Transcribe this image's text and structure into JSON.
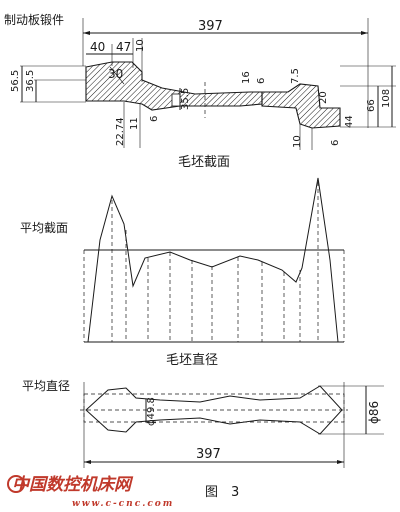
{
  "titles": {
    "forging": "制动板锻件",
    "blank_section": "毛坯截面",
    "avg_section": "平均截面",
    "blank_diameter": "毛坯直径",
    "avg_diameter": "平均直径",
    "figure": "图　3"
  },
  "dims": {
    "top_length": "397",
    "d40": "40",
    "d47": "47",
    "d10a": "10",
    "angle30": "30",
    "d56_5": "56.5",
    "d36_5": "36.5",
    "d22_74": "22.74",
    "d11": "11",
    "d6a": "6",
    "d35_5": "35.5",
    "d16": "16",
    "d6b": "6",
    "d7_5": "7.5",
    "d20": "20",
    "d66": "66",
    "d108": "108",
    "d44": "44",
    "d6c": "6",
    "d10b": "10",
    "phi49_8": "ϕ49.8",
    "phi86": "ϕ86",
    "bottom_length": "397"
  },
  "watermark": {
    "brand": "中国数控机床网",
    "url": "www.c-cnc.com"
  },
  "colors": {
    "ink": "#1a1a1a",
    "watermark": "#c0392b"
  }
}
